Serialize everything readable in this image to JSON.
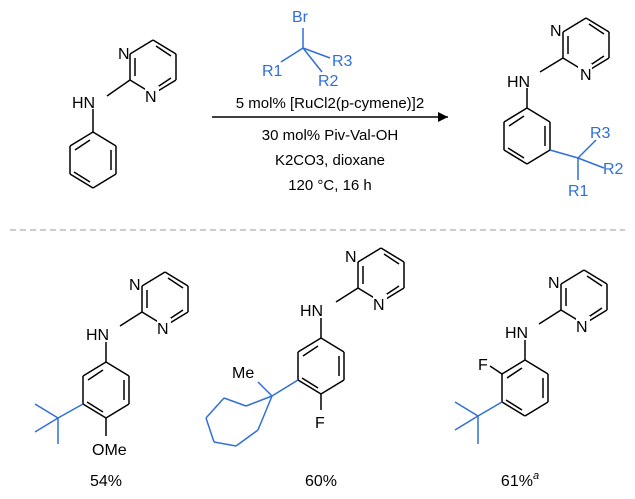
{
  "conditions": {
    "line1": "5 mol% [RuCl2(p-cymene)]2",
    "line2": "30 mol% Piv-Val-OH",
    "line3": "K2CO3, dioxane",
    "line4": "120 °C, 16 h"
  },
  "reagent": {
    "Br": "Br",
    "R1": "R1",
    "R2": "R2",
    "R3": "R3"
  },
  "atoms": {
    "N": "N",
    "HN": "HN",
    "OMe": "OMe",
    "F": "F",
    "Me": "Me"
  },
  "products": [
    {
      "yield": "54%",
      "note": ""
    },
    {
      "yield": "60%",
      "note": ""
    },
    {
      "yield": "61%",
      "note": "a"
    }
  ],
  "colors": {
    "blue": "#2f6fd8",
    "black": "#000000",
    "dashed": "#999999"
  }
}
